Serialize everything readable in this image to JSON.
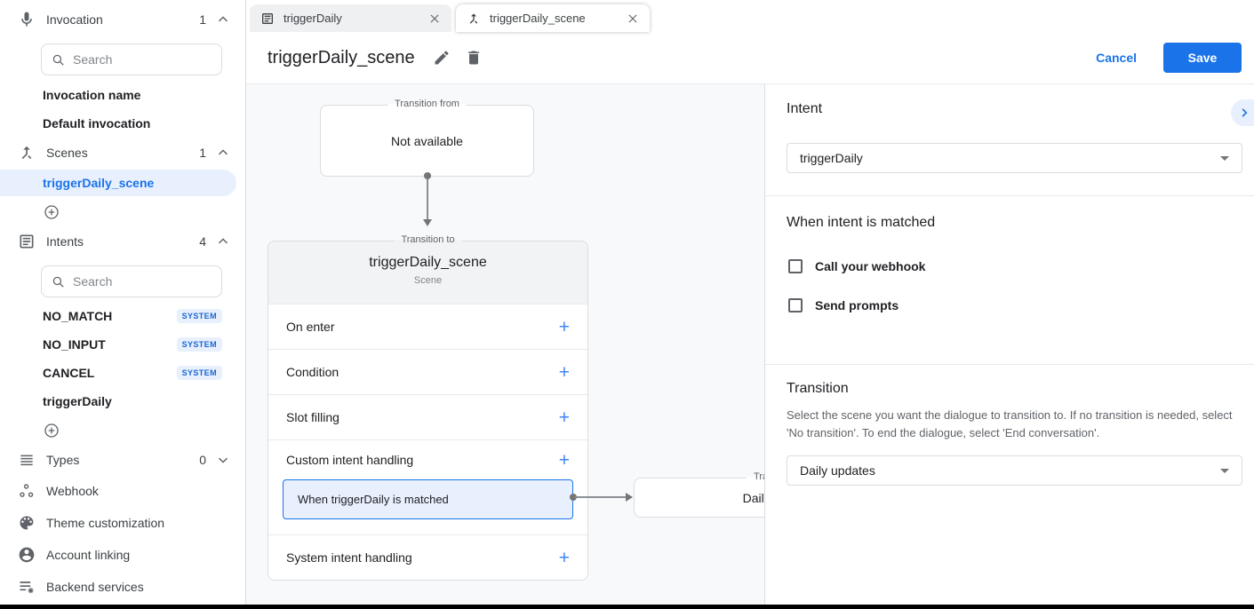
{
  "colors": {
    "accent": "#1a73e8",
    "accent_light_bg": "#e8f0fe",
    "badge_text": "#1967d2",
    "canvas_bg": "#f8f9fa"
  },
  "sidebar": {
    "sections": {
      "invocation": {
        "label": "Invocation",
        "count": "1",
        "icon": "microphone-icon",
        "state": "expanded"
      },
      "scenes": {
        "label": "Scenes",
        "count": "1",
        "icon": "merge-arrow-icon",
        "state": "expanded"
      },
      "intents": {
        "label": "Intents",
        "count": "4",
        "icon": "article-icon",
        "state": "expanded"
      },
      "types": {
        "label": "Types",
        "count": "0",
        "icon": "list-lines-icon",
        "state": "collapsed"
      }
    },
    "invocation_search": {
      "placeholder": "Search",
      "icon": "search-icon"
    },
    "invocation_items": [
      {
        "label": "Invocation name"
      },
      {
        "label": "Default invocation"
      }
    ],
    "scene_items": [
      {
        "label": "triggerDaily_scene",
        "selected": true
      }
    ],
    "intents_search": {
      "placeholder": "Search",
      "icon": "search-icon"
    },
    "intent_items": [
      {
        "label": "NO_MATCH",
        "badge": "SYSTEM"
      },
      {
        "label": "NO_INPUT",
        "badge": "SYSTEM"
      },
      {
        "label": "CANCEL",
        "badge": "SYSTEM"
      },
      {
        "label": "triggerDaily"
      }
    ],
    "nav_items": [
      {
        "label": "Webhook",
        "icon": "webhook-icon"
      },
      {
        "label": "Theme customization",
        "icon": "palette-icon"
      },
      {
        "label": "Account linking",
        "icon": "account-circle-icon"
      },
      {
        "label": "Backend services",
        "icon": "backend-services-icon"
      }
    ]
  },
  "tabs": [
    {
      "label": "triggerDaily",
      "icon": "article-icon",
      "active": false
    },
    {
      "label": "triggerDaily_scene",
      "icon": "merge-arrow-icon",
      "active": true
    }
  ],
  "toolbar": {
    "title": "triggerDaily_scene",
    "edit_icon": "pencil-icon",
    "delete_icon": "trash-icon",
    "cancel_label": "Cancel",
    "save_label": "Save"
  },
  "canvas": {
    "transition_from_card": {
      "legend": "Transition from",
      "body": "Not available"
    },
    "scene_card": {
      "legend": "Transition to",
      "title": "triggerDaily_scene",
      "subtitle": "Scene",
      "rows": [
        {
          "label": "On enter",
          "action": "+"
        },
        {
          "label": "Condition",
          "action": "+"
        },
        {
          "label": "Slot filling",
          "action": "+"
        },
        {
          "label": "Custom intent handling",
          "action": "+",
          "child": {
            "label": "When triggerDaily is matched",
            "selected": true
          }
        },
        {
          "label": "System intent handling",
          "action": "+"
        }
      ]
    },
    "target_card": {
      "legend": "Transition to",
      "title": "Daily updates"
    }
  },
  "panel": {
    "collapse_icon": "chevron-right-icon",
    "intent": {
      "heading": "Intent",
      "selected_value": "triggerDaily"
    },
    "when_matched": {
      "heading": "When intent is matched",
      "options": [
        {
          "label": "Call your webhook",
          "checked": false
        },
        {
          "label": "Send prompts",
          "checked": false
        }
      ]
    },
    "transition": {
      "heading": "Transition",
      "description": "Select the scene you want the dialogue to transition to. If no transition is needed, select 'No transition'. To end the dialogue, select 'End conversation'.",
      "selected_value": "Daily updates"
    }
  }
}
